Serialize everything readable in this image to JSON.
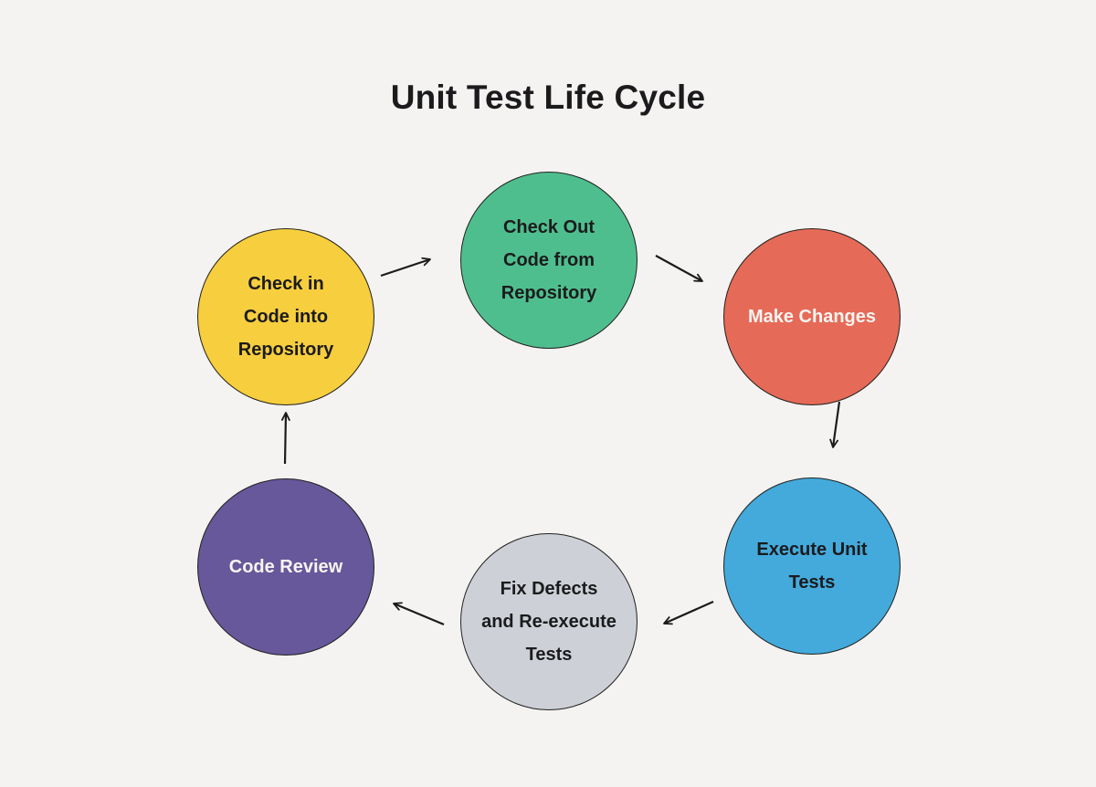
{
  "title": "Unit Test Life Cycle",
  "background_color": "#F4F3F1",
  "arrow_color": "#1B1B1B",
  "nodes": [
    {
      "id": "check-in-code",
      "label": "Check in Code into Repository",
      "lines": [
        "Check in",
        "Code into",
        "Repository"
      ],
      "fill": "#F7CE3E",
      "text_color": "#1B1B1D"
    },
    {
      "id": "check-out-code",
      "label": "Check Out Code from Repository",
      "lines": [
        "Check Out",
        "Code from",
        "Repository"
      ],
      "fill": "#4FBE8E",
      "text_color": "#1B1B1D"
    },
    {
      "id": "make-changes",
      "label": "Make Changes",
      "lines": [
        "Make Changes"
      ],
      "fill": "#E66A58",
      "text_color": "#F7F4F0"
    },
    {
      "id": "execute-unit-tests",
      "label": "Execute Unit Tests",
      "lines": [
        "Execute Unit",
        "Tests"
      ],
      "fill": "#44AADC",
      "text_color": "#1B1B1D"
    },
    {
      "id": "fix-defects",
      "label": "Fix Defects and Re-execute Tests",
      "lines": [
        "Fix Defects",
        "and Re-execute",
        "Tests"
      ],
      "fill": "#CDD1D7",
      "text_color": "#1B1B1D"
    },
    {
      "id": "code-review",
      "label": "Code Review",
      "lines": [
        "Code Review"
      ],
      "fill": "#67589B",
      "text_color": "#F7F4F0"
    }
  ],
  "edges": [
    {
      "from": "check-in-code",
      "to": "check-out-code"
    },
    {
      "from": "check-out-code",
      "to": "make-changes"
    },
    {
      "from": "make-changes",
      "to": "execute-unit-tests"
    },
    {
      "from": "execute-unit-tests",
      "to": "fix-defects"
    },
    {
      "from": "fix-defects",
      "to": "code-review"
    },
    {
      "from": "code-review",
      "to": "check-in-code"
    }
  ]
}
